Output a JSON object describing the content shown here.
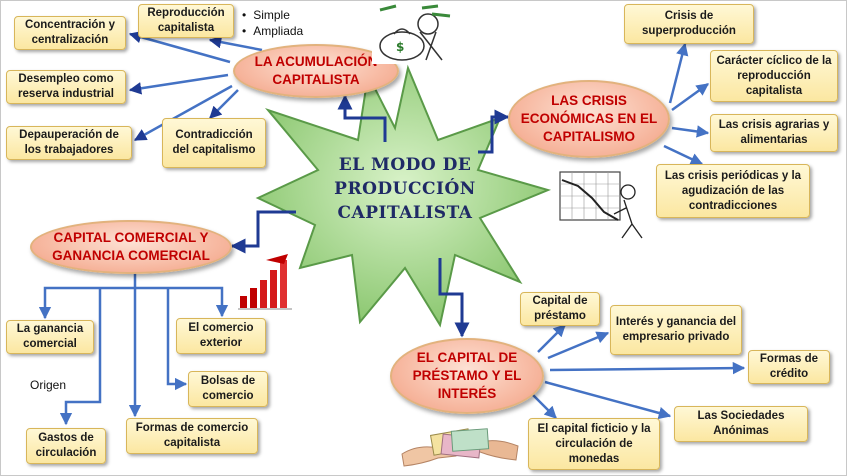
{
  "center": {
    "title": "EL MODO DE PRODUCCIÓN CAPITALISTA"
  },
  "accumulation": {
    "title": "LA ACUMULACIÓN CAPITALISTA",
    "items": {
      "concentration": "Concentración y centralización",
      "reproduction": "Reproducción capitalista",
      "unemployment": "Desempleo como reserva industrial",
      "pauperization": "Depauperación de los trabajadores",
      "contradiction": "Contradicción del capitalismo"
    },
    "reproduction_types": [
      "Simple",
      "Ampliada"
    ]
  },
  "crises": {
    "title": "LAS CRISIS ECONÓMICAS EN EL CAPITALISMO",
    "items": {
      "overproduction": "Crisis de superproducción",
      "cyclical": "Carácter cíclico de la reproducción capitalista",
      "agrarian": "Las crisis agrarias y alimentarias",
      "periodic": "Las crisis periódicas y la agudización de las contradicciones"
    }
  },
  "commercial": {
    "title": "CAPITAL COMERCIAL Y GANANCIA COMERCIAL",
    "items": {
      "profit": "La ganancia comercial",
      "origin": "Origen",
      "foreign_trade": "El comercio exterior",
      "exchanges": "Bolsas de comercio",
      "circulation_costs": "Gastos de circulación",
      "forms": "Formas de comercio capitalista"
    }
  },
  "loan": {
    "title": "EL CAPITAL DE PRÉSTAMO Y EL INTERÉS",
    "items": {
      "loan_capital": "Capital de préstamo",
      "interest": "Interés y ganancia del empresario privado",
      "credit": "Formas de crédito",
      "corporations": "Las Sociedades Anónimas",
      "fictitious": "El capital ficticio y la circulación de monedas"
    }
  },
  "colors": {
    "arrow_light": "#4472c4",
    "arrow_dark": "#1f3a93",
    "oval_text": "#c00000",
    "box_fill": "#fdf1c0",
    "star_fill": "#a8d890",
    "center_text": "#1f2a66"
  }
}
